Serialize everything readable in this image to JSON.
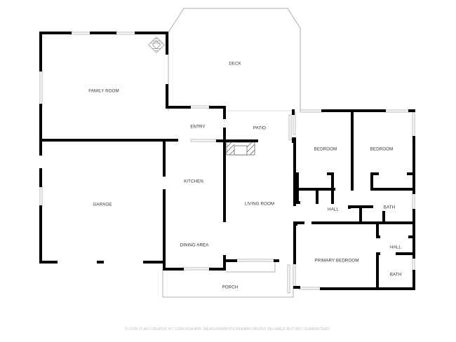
{
  "floor_plan": {
    "rooms": {
      "family_room": "FAMILY ROOM",
      "deck": "DECK",
      "entry": "ENTRY",
      "patio": "PATIO",
      "bedroom_1": "BEDROOM",
      "bedroom_2": "BEDROOM",
      "kitchen": "KITCHEN",
      "garage": "GARAGE",
      "living_room": "LIVING ROOM",
      "hall_1": "HALL",
      "bath_1": "BATH",
      "dining_area": "DINING AREA",
      "hall_2": "HALL",
      "primary_bedroom": "PRIMARY BEDROOM",
      "bath_2": "BATH",
      "porch": "PORCH"
    },
    "icons": [
      "fireplace-icon",
      "fireplace-icon"
    ],
    "colors": {
      "wall": "#000000",
      "window": "#cccccc",
      "outline": "#999999",
      "text": "#333333",
      "footer": "#bbbbbb"
    }
  },
  "footer": {
    "disclaimer": "FLOOR PLAN CREATED BY CUBICASA APP. MEASUREMENTS DEEMED HIGHLY RELIABLE BUT NOT GUARANTEED."
  }
}
